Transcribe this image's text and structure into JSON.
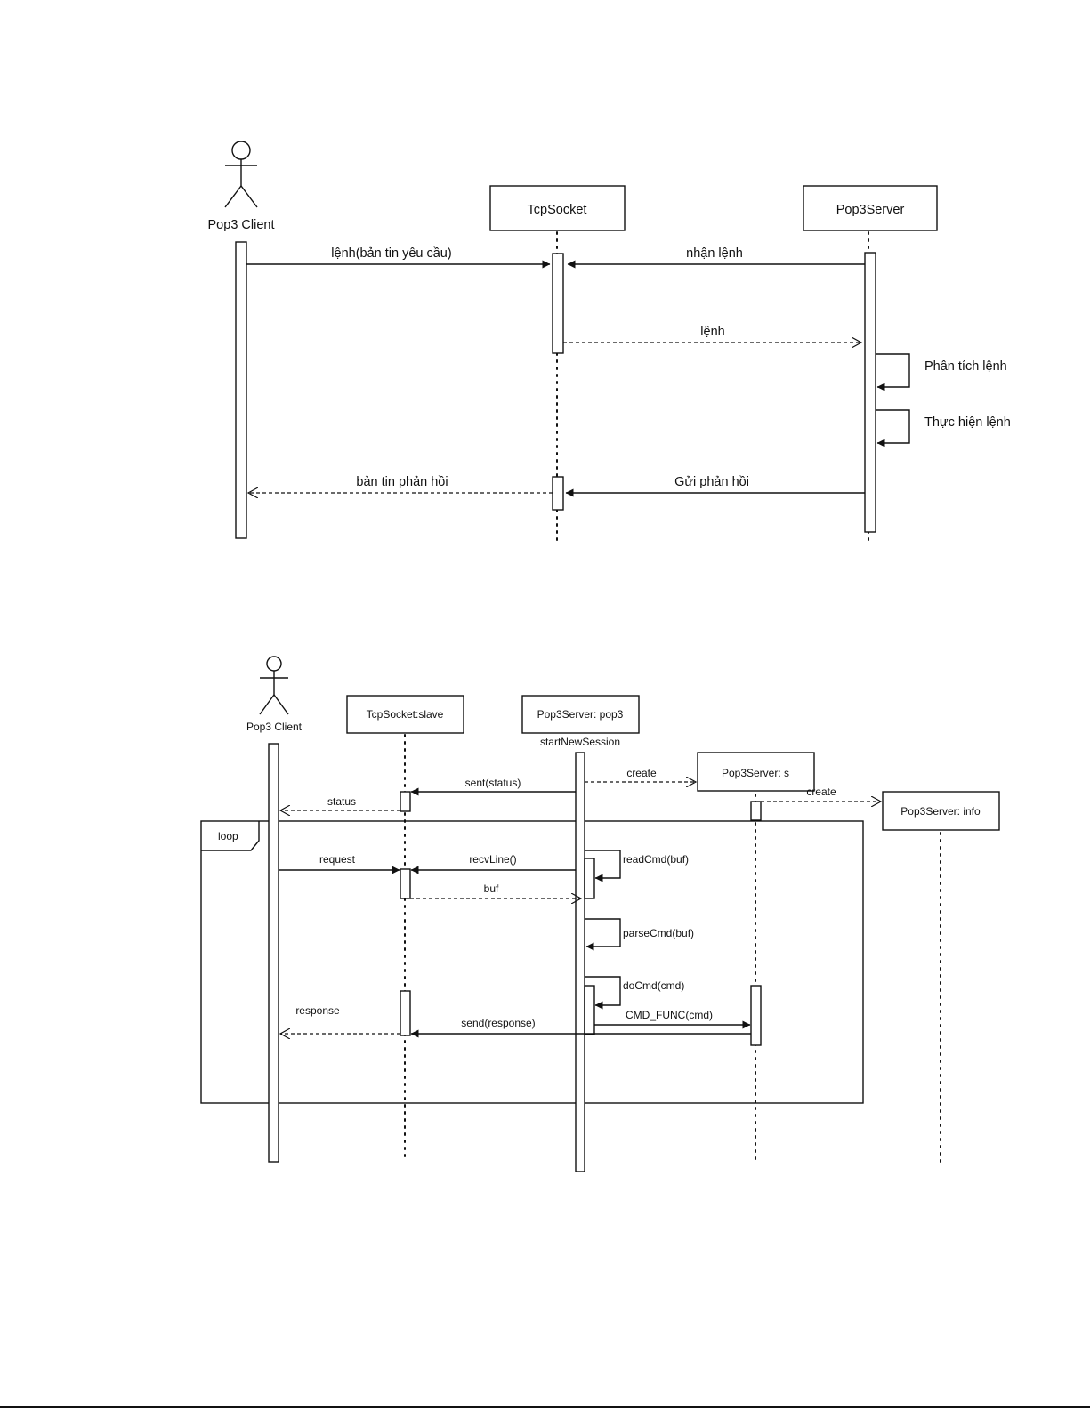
{
  "diagram1": {
    "actor": "Pop3 Client",
    "objects": {
      "tcpsocket": "TcpSocket",
      "pop3server": "Pop3Server"
    },
    "messages": {
      "request": "lệnh(bản tin yêu cầu)",
      "receive": "nhận lệnh",
      "command": "lệnh",
      "analyze": "Phân tích lệnh",
      "execute": "Thực hiện lệnh",
      "send_response": "Gửi phản hồi",
      "response": "bản tin phản hồi"
    }
  },
  "diagram2": {
    "actor": "Pop3 Client",
    "objects": {
      "slave": "TcpSocket:slave",
      "pop3": "Pop3Server: pop3",
      "s": "Pop3Server: s",
      "info": "Pop3Server: info"
    },
    "start_label": "startNewSession",
    "loop_label": "loop",
    "messages": {
      "create_s": "create",
      "create_info": "create",
      "sent_status": "sent(status)",
      "status": "status",
      "request": "request",
      "recvline": "recvLine()",
      "readcmd": "readCmd(buf)",
      "buf": "buf",
      "parsecmd": "parseCmd(buf)",
      "docmd": "doCmd(cmd)",
      "cmd_func": "CMD_FUNC(cmd)",
      "response": "response",
      "send_response": "send(response)"
    }
  }
}
